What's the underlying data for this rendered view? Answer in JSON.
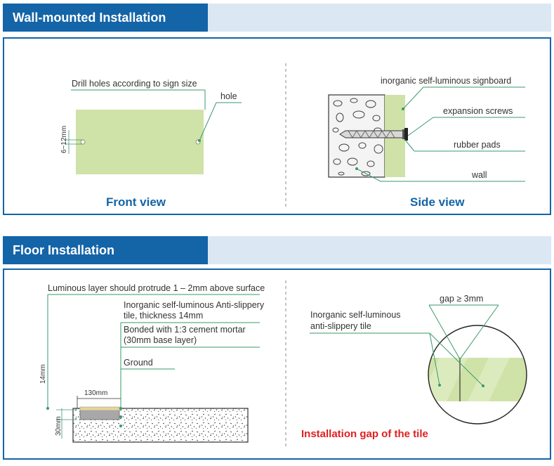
{
  "wall": {
    "title": "Wall-mounted Installation",
    "drill_label": "Drill holes according to sign size",
    "hole_label": "hole",
    "hole_dim": "6~12mm",
    "front_view": "Front view",
    "side_view": "Side view",
    "signboard_label": "inorganic self-luminous signboard",
    "screws_label": "expansion screws",
    "pads_label": "rubber pads",
    "wall_label": "wall"
  },
  "floor": {
    "title": "Floor Installation",
    "protrude_label": "Luminous layer should protrude 1 – 2mm above surface",
    "tile_label_1": "Inorganic self-luminous Anti-slippery",
    "tile_label_2": "tile, thickness 14mm",
    "mortar_label_1": "Bonded with 1:3 cement mortar",
    "mortar_label_2": "(30mm base layer)",
    "ground_label": "Ground",
    "dim_14": "14mm",
    "dim_30": "30mm",
    "dim_130": "130mm",
    "gap_label": "gap ≥ 3mm",
    "anti_tile_1": "Inorganic self-luminous",
    "anti_tile_2": "anti-slippery tile",
    "gap_caption": "Installation gap of the tile"
  },
  "colors": {
    "header_blue": "#1464a8",
    "header_light": "#dbe8f4",
    "sign_green": "#cfe2a8",
    "leader_green": "#3a9a6a",
    "caption_red": "#e02020"
  }
}
